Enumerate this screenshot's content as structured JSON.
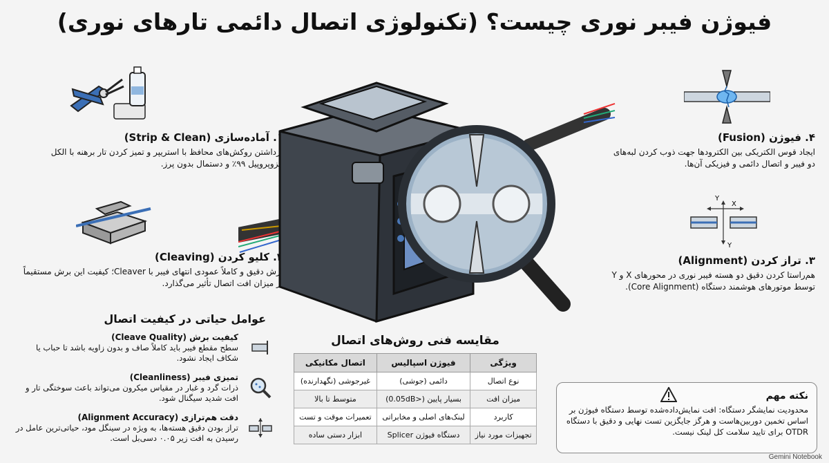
{
  "title": "فیوژن فیبر نوری چیست؟ (تکنولوژی اتصال دائمی تارهای نوری)",
  "steps": [
    {
      "heading": "۱. آماده‌سازی (Strip & Clean)",
      "text": "برداشتن روکش‌های محافظ با استریپر و تمیز کردن تار برهنه با الکل ایزوپروپیل ۹۹٪ و دستمال بدون پرز."
    },
    {
      "heading": "۲. کلیو کردن (Cleaving)",
      "text": "برش دقیق و کاملاً عمودی انتهای فیبر با Cleaver؛ کیفیت این برش مستقیماً بر میزان افت اتصال تأثیر می‌گذارد."
    },
    {
      "heading": "۳. تراز کردن (Alignment)",
      "text": "هم‌راستا کردن دقیق دو هسته فیبر نوری در محورهای X و Y توسط موتورهای هوشمند دستگاه (Core Alignment)."
    },
    {
      "heading": "۴. فیوژن (Fusion)",
      "text": "ایجاد قوس الکتریکی بین الکترودها جهت ذوب کردن لبه‌های دو فیبر و اتصال دائمی و فیزیکی آن‌ها."
    }
  ],
  "axis_labels": {
    "x": "X",
    "y": "Y"
  },
  "factors": {
    "heading": "عوامل حیاتی در کیفیت اتصال",
    "items": [
      {
        "title": "کیفیت برش (Cleave Quality)",
        "text": "سطح مقطع فیبر باید کاملاً صاف و بدون زاویه باشد تا حباب یا شکاف ایجاد نشود.",
        "icon": "cleaved-fiber-icon"
      },
      {
        "title": "تمیزی فیبر (Cleanliness)",
        "text": "ذرات گرد و غبار در مقیاس میکرون می‌تواند باعث سوختگی تار و افت شدید سیگنال شود.",
        "icon": "magnifier-icon"
      },
      {
        "title": "دقت هم‌ترازی (Alignment Accuracy)",
        "text": "تراز بودن دقیق هسته‌ها، به ویژه در سینگل مود، حیاتی‌ترین عامل در رسیدن به افت زیر ۰.۰۵ دسی‌بل است.",
        "icon": "alignment-icon"
      }
    ]
  },
  "compare": {
    "heading": "مقایسه فنی روش‌های اتصال",
    "columns": [
      "ویژگی",
      "فیوژن اسپالیس",
      "اتصال مکانیکی"
    ],
    "rows": [
      [
        "نوع اتصال",
        "دائمی (جوشی)",
        "غیرجوشی (نگهدارنده)"
      ],
      [
        "میزان افت",
        "بسیار پایین (<0.05dB)",
        "متوسط تا بالا"
      ],
      [
        "کاربرد",
        "لینک‌های اصلی و مخابراتی",
        "تعمیرات موقت و تست"
      ],
      [
        "تجهیزات مورد نیاز",
        "دستگاه فیوژن Splicer",
        "ابزار دستی ساده"
      ]
    ]
  },
  "note": {
    "heading": "نکته مهم",
    "text": "محدودیت نمایشگر دستگاه: افت نمایش‌داده‌شده توسط دستگاه فیوژن بر اساس تخمین دوربین‌هاست و هرگز جایگزین تست نهایی و دقیق با دستگاه OTDR برای تایید سلامت کل لینک نیست."
  },
  "footer": "Gemini Notebook",
  "colors": {
    "bg": "#f4f4f4",
    "steel": "#4a5058",
    "blue": "#3b6fb6",
    "lens": "#6a8fb0"
  }
}
